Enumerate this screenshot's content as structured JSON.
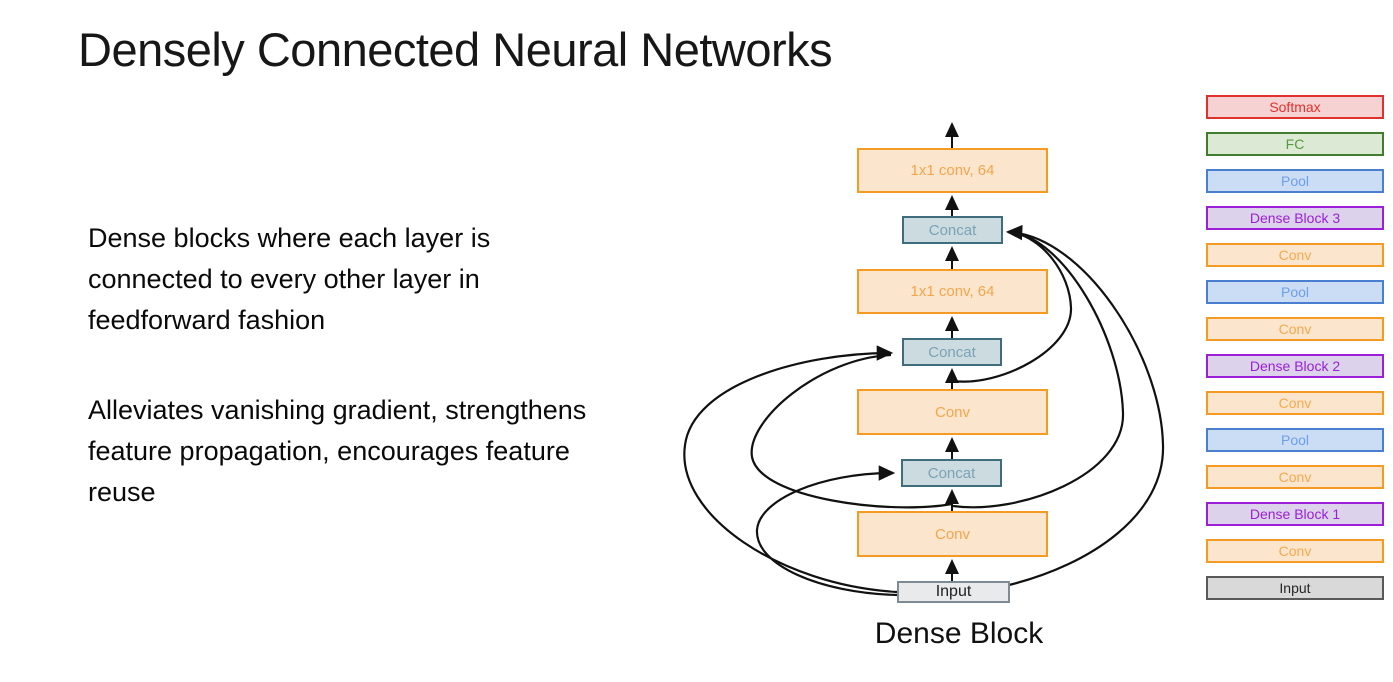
{
  "slide": {
    "title": "Densely Connected Neural Networks",
    "body": {
      "paragraph1": "Dense blocks where each layer is connected to every other layer in feedforward fashion",
      "paragraph2": "Alleviates vanishing gradient, strengthens feature propagation, encourages feature reuse"
    }
  },
  "dense_block_diagram": {
    "caption": "Dense Block",
    "nodes": [
      {
        "id": "conv-top",
        "label": "1x1 conv, 64",
        "type": "conv"
      },
      {
        "id": "concat-3",
        "label": "Concat",
        "type": "concat"
      },
      {
        "id": "conv-mid",
        "label": "1x1 conv, 64",
        "type": "conv"
      },
      {
        "id": "concat-2",
        "label": "Concat",
        "type": "concat"
      },
      {
        "id": "conv-2",
        "label": "Conv",
        "type": "conv"
      },
      {
        "id": "concat-1",
        "label": "Concat",
        "type": "concat"
      },
      {
        "id": "conv-1",
        "label": "Conv",
        "type": "conv"
      },
      {
        "id": "input",
        "label": "Input",
        "type": "input"
      }
    ],
    "connections_note": "feedforward spine arrows plus dense skip connections into each Concat"
  },
  "architecture_legend": {
    "items": [
      {
        "label": "Softmax",
        "type": "softmax"
      },
      {
        "label": "FC",
        "type": "fc"
      },
      {
        "label": "Pool",
        "type": "pool"
      },
      {
        "label": "Dense Block 3",
        "type": "dense-block"
      },
      {
        "label": "Conv",
        "type": "conv"
      },
      {
        "label": "Pool",
        "type": "pool"
      },
      {
        "label": "Conv",
        "type": "conv"
      },
      {
        "label": "Dense Block 2",
        "type": "dense-block"
      },
      {
        "label": "Conv",
        "type": "conv"
      },
      {
        "label": "Pool",
        "type": "pool"
      },
      {
        "label": "Conv",
        "type": "conv"
      },
      {
        "label": "Dense Block 1",
        "type": "dense-block"
      },
      {
        "label": "Conv",
        "type": "conv"
      },
      {
        "label": "Input",
        "type": "input"
      }
    ]
  },
  "colors": {
    "conv_border": "#F59A23",
    "conv_fill": "#FBE5CC",
    "concat_border": "#3E6E7E",
    "concat_fill": "#CCDBE0",
    "softmax_border": "#E0312E",
    "fc_border": "#417D2E",
    "pool_border": "#4A7ED0",
    "dense_block_border": "#9A1FD6",
    "input_border": "#595959",
    "wire": "#111111"
  }
}
